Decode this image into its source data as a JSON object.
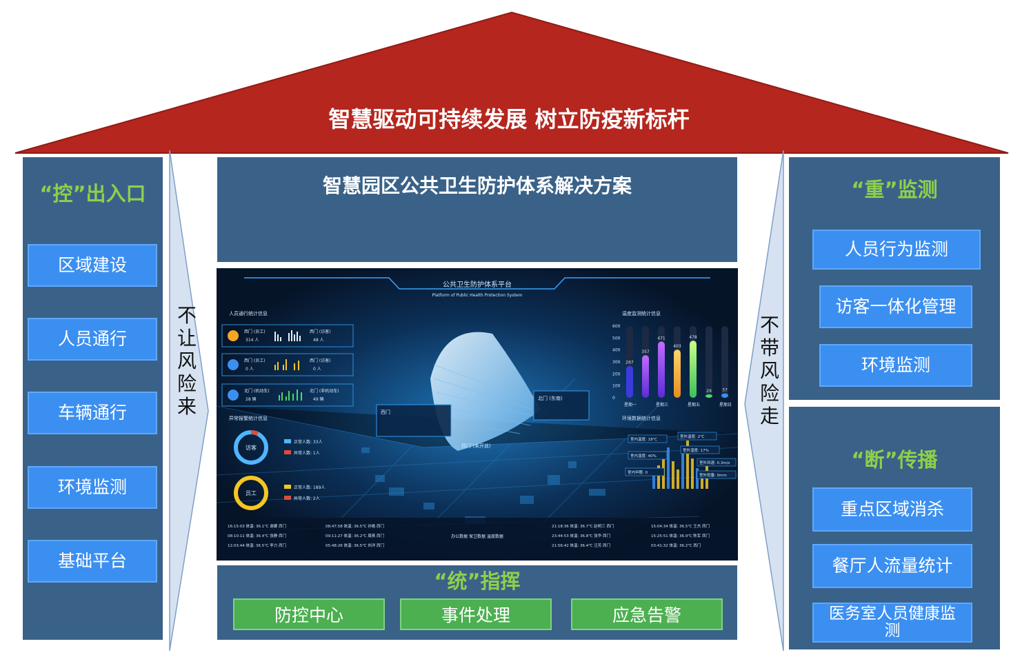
{
  "roof": {
    "title": "智慧驱动可持续发展 树立防疫新标杆",
    "color": "#b5261e"
  },
  "left": {
    "title": "“控”出入口",
    "items": [
      "区域建设",
      "人员通行",
      "车辆通行",
      "环境监测",
      "基础平台"
    ]
  },
  "left_arrow_text": "不让风险来",
  "right_arrow_text": "不带风险走",
  "center": {
    "title": "智慧园区公共卫生防护体系解决方案",
    "bottom_title": "“统”指挥",
    "bottom_items": [
      "防控中心",
      "事件处理",
      "应急告警"
    ]
  },
  "right_top": {
    "title": "“重”监测",
    "items": [
      "人员行为监测",
      "访客一体化管理",
      "环境监测"
    ]
  },
  "right_bottom": {
    "title": "“断”传播",
    "items": [
      "重点区域消杀",
      "餐厅人流量统计",
      "医务室人员健康监测"
    ]
  },
  "dashboard": {
    "title": "公共卫生防护体系平台",
    "subtitle": "Platform of Public Health Protection System",
    "panel_people": "人员通行统计信息",
    "panel_alarm": "异常报警统计信息",
    "panel_temp": "温度监测统计信息",
    "panel_env": "环境数据统计信息",
    "stat1_a": "西门 (员工)",
    "stat1_a_val": "314 人",
    "stat1_b": "西门 (访客)",
    "stat1_b_val": "48 人",
    "stat2_a": "西门 (员工)",
    "stat2_a_val": "0 人",
    "stat2_b": "西门 (访客)",
    "stat2_b_val": "0 人",
    "stat3_a": "北门 (机动车)",
    "stat3_a_val": "28 辆",
    "stat3_b": "北门 (非机动车)",
    "stat3_b_val": "49 辆",
    "donut1": "访客",
    "donut2": "员工",
    "donut1_l1": "正常人数: 33人",
    "donut1_l2": "异常人数: 1人",
    "donut2_l1": "正常人数: 189人",
    "donut2_l2": "异常人数: 2人",
    "popup_west": "西门",
    "popup_north": "北门 (东南)",
    "gate_label": "西门 (未开放)",
    "temp_y": [
      "600",
      "500",
      "400",
      "300",
      "200",
      "100",
      "0"
    ],
    "temp_values": [
      267,
      357,
      471,
      403,
      478,
      29,
      37
    ],
    "temp_x": [
      "星期一",
      "星期三",
      "星期五",
      "星期日"
    ],
    "env_labels": [
      "室内温度: 18℃",
      "室外温度: 2℃",
      "室内湿度: 40%",
      "室外湿度: 17%",
      "室外风速: 0.3m/s",
      "室内甲醛: 0",
      "室外雨量: 0mm"
    ],
    "log1": [
      "16:15:03 体温: 36.1℃ 谢娜 西门",
      "08:10:11 体温: 36.4℃ 张静 西门",
      "12:03:44 体温: 36.5℃ 李力 西门"
    ],
    "log2": [
      "08:47:58 体温: 36.5℃ 孙皓 西门",
      "09:11:27 体温: 36.2℃ 周燕 西门",
      "05:48:26 体温: 36.5℃ 刘洋 西门"
    ],
    "log3": [
      "21:18:36 体温: 36.7℃ 赵明三 西门",
      "23:44:53 体温: 36.8℃ 张华 西门",
      "21:56:42 体温: 36.4℃ 汪芳 西门"
    ],
    "log4": [
      "15:04:34 体温: 36.5℃ 王杰 西门",
      "15:25:51 体温: 36.9℃ 陈军 西门",
      "03:41:32 体温: 36.2℃ 西门"
    ],
    "tabs": "办公数据 保卫数据 温度数据"
  }
}
